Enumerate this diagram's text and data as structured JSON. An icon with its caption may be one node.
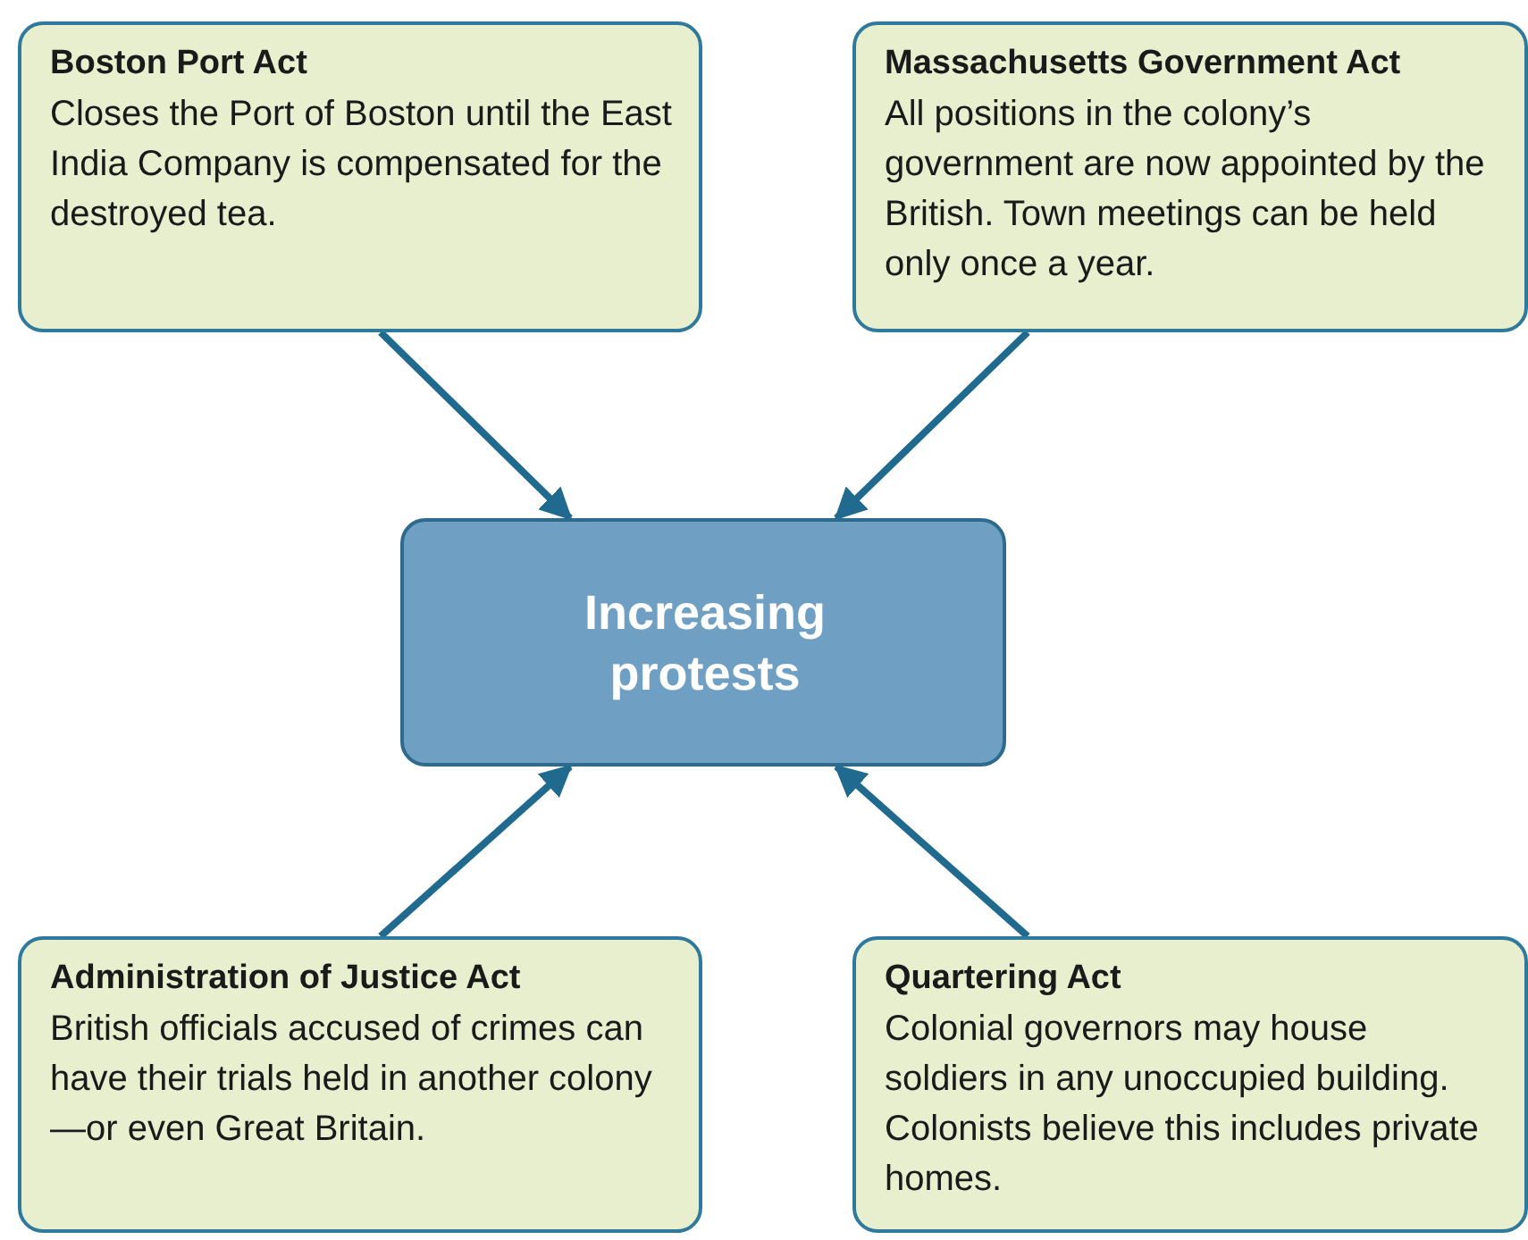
{
  "diagram": {
    "nodes": [
      {
        "text": [
          "Boston Port Act",
          "Closes the Port of Boston until the East India Company is compensated for the destroyed tea."
        ]
      },
      {
        "text": [
          "Massachusetts Government Act",
          "All positions in the colony’s government are now appointed by the British. Town meetings can be held only once a year."
        ]
      },
      {
        "text": [
          "Increasing protests"
        ]
      },
      {
        "text": [
          "Administration of Justice Act",
          "British officials accused of crimes can have their trials held in another colony—or even Great Britain."
        ]
      },
      {
        "text": [
          "Quartering Act",
          "Colonial governors may house soldiers in any unoccupied building. Colonists believe this includes private homes."
        ]
      }
    ],
    "edges": [
      {
        "from": 0,
        "to": 2,
        "arrow": "to"
      },
      {
        "from": 1,
        "to": 2,
        "arrow": "to"
      },
      {
        "from": 3,
        "to": 2,
        "arrow": "to"
      },
      {
        "from": 4,
        "to": 2,
        "arrow": "to"
      }
    ]
  }
}
